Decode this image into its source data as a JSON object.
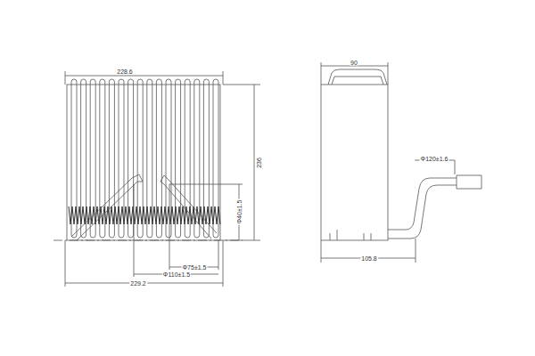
{
  "diagram": {
    "labels": [
      "228.6",
      "236",
      "Φ40±1.5",
      "Φ75±1.5",
      "Φ110±1.5",
      "229.2",
      "90",
      "Φ120±1.6",
      "105.8"
    ]
  }
}
